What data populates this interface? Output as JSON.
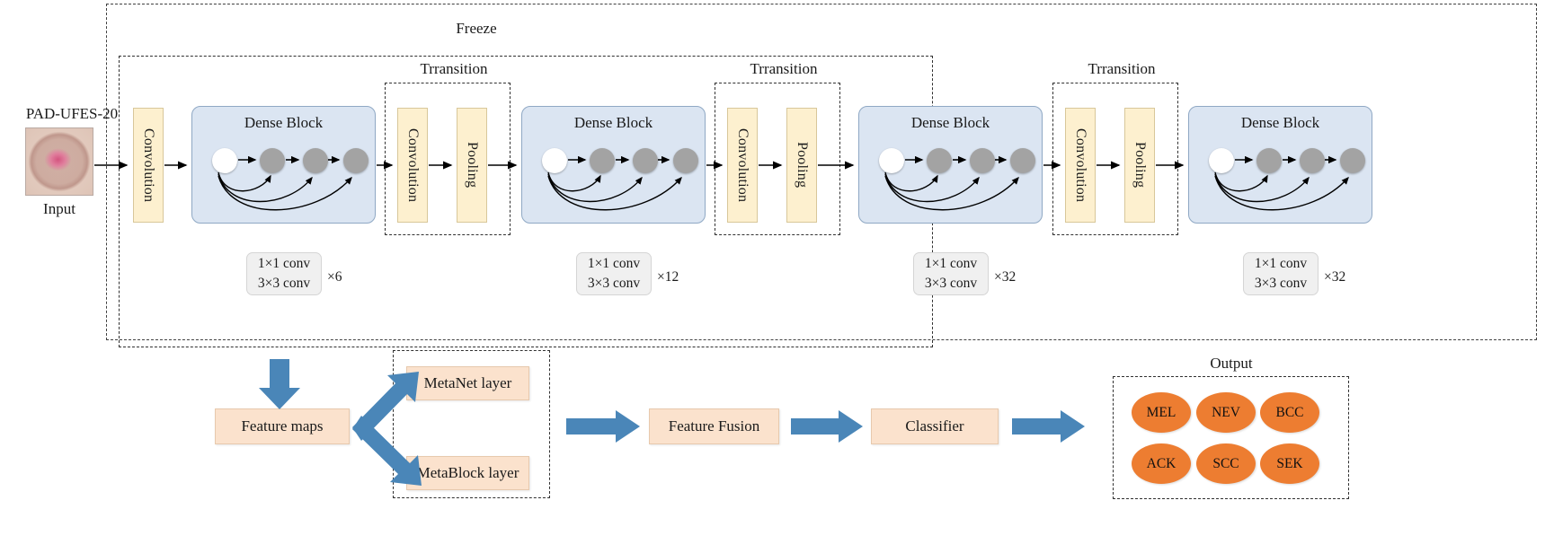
{
  "diagram": {
    "title": "DenseNet with metadata fusion architecture",
    "colors": {
      "dense_block_fill": "#dbe5f2",
      "yellow_box_fill": "#fdf0cf",
      "peach_box_fill": "#fbe2cd",
      "ellipse_fill": "#ed7d31",
      "arrow_blue": "#4a86b8",
      "dash_border": "#404040"
    }
  },
  "input": {
    "dataset_label": "PAD-UFES-20",
    "caption": "Input",
    "image_name": "skin-lesion-photo"
  },
  "freeze": {
    "label": "Freeze"
  },
  "backbone": {
    "stem_conv_label": "Convolution",
    "dense_block_label": "Dense Block",
    "transition_label": "Trransition",
    "transition_conv_label": "Convolution",
    "transition_pool_label": "Pooling",
    "dense_blocks": [
      {
        "label": "Dense Block",
        "conv_line1": "1×1 conv",
        "conv_line2": "3×3 conv",
        "repeat": "×6"
      },
      {
        "label": "Dense Block",
        "conv_line1": "1×1 conv",
        "conv_line2": "3×3 conv",
        "repeat": "×12"
      },
      {
        "label": "Dense Block",
        "conv_line1": "1×1 conv",
        "conv_line2": "3×3 conv",
        "repeat": "×32"
      },
      {
        "label": "Dense Block",
        "conv_line1": "1×1 conv",
        "conv_line2": "3×3 conv",
        "repeat": "×32"
      }
    ],
    "transitions": [
      {
        "label": "Trransition",
        "conv": "Convolution",
        "pool": "Pooling"
      },
      {
        "label": "Trransition",
        "conv": "Convolution",
        "pool": "Pooling"
      },
      {
        "label": "Trransition",
        "conv": "Convolution",
        "pool": "Pooling"
      }
    ]
  },
  "pipeline": {
    "feature_maps": "Feature maps",
    "meta_net_layer": "MetaNet  layer",
    "meta_block_layer": "MetaBlock layer",
    "feature_fusion": "Feature Fusion",
    "classifier": "Classifier"
  },
  "output": {
    "title": "Output",
    "classes": [
      "MEL",
      "NEV",
      "BCC",
      "ACK",
      "SCC",
      "SEK"
    ]
  }
}
